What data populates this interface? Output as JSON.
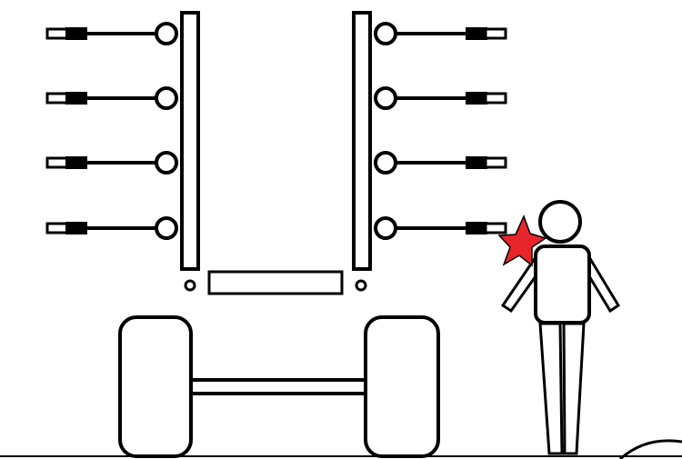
{
  "colors": {
    "ink": "#000000",
    "background": "#ffffff",
    "impact_marker": "#e8252b"
  },
  "icons": {
    "cables": "plug-icon",
    "impact": "red-star-icon",
    "person": "person-icon"
  },
  "illustration": {
    "cables_per_side": 4,
    "sides": [
      "left",
      "right"
    ],
    "wheels": 2
  }
}
